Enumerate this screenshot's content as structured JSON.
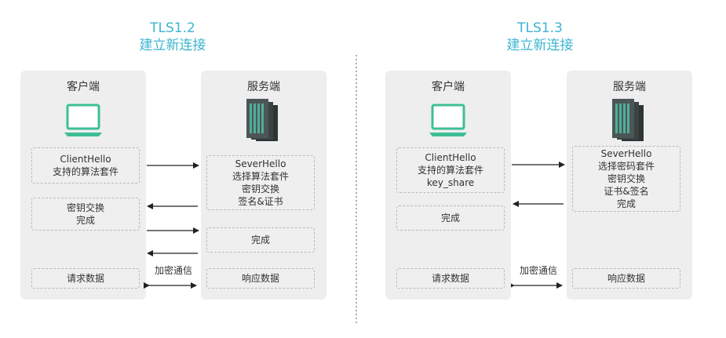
{
  "left": {
    "title_line1": "TLS1.2",
    "title_line2": "建立新连接",
    "client_label": "客户端",
    "server_label": "服务端",
    "client_messages": [
      [
        "ClientHello",
        "支持的算法套件"
      ],
      [
        "密钥交换",
        "完成"
      ],
      [
        "请求数据"
      ]
    ],
    "server_messages": [
      [
        "SeverHello",
        "选择算法套件",
        "密钥交换",
        "签名&证书"
      ],
      [
        "完成"
      ],
      [
        "响应数据"
      ]
    ],
    "comm_label": "加密通信"
  },
  "right": {
    "title_line1": "TLS1.3",
    "title_line2": "建立新连接",
    "client_label": "客户端",
    "server_label": "服务端",
    "client_messages": [
      [
        "ClientHello",
        "支持的算法套件",
        "key_share"
      ],
      [
        "完成"
      ],
      [
        "请求数据"
      ]
    ],
    "server_messages": [
      [
        "SeverHello",
        "选择密码套件",
        "密钥交换",
        "证书&签名",
        "完成"
      ],
      [
        "响应数据"
      ]
    ],
    "comm_label": "加密通信"
  },
  "colors": {
    "title": "#3bb4d0",
    "laptop": "#3dbf95",
    "panel": "#eeeeee",
    "arrow": "#222222"
  }
}
